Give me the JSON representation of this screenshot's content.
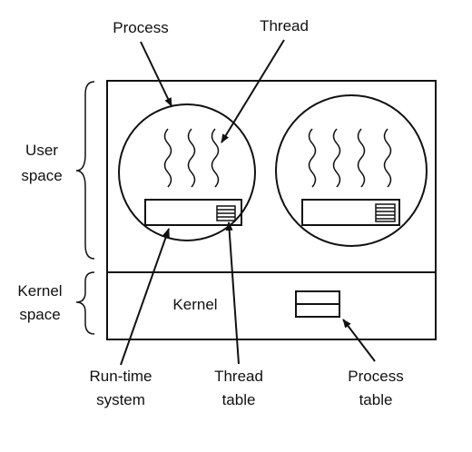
{
  "labels": {
    "process": "Process",
    "thread": "Thread",
    "user_space": [
      "User",
      "space"
    ],
    "kernel_space": [
      "Kernel",
      "space"
    ],
    "kernel": "Kernel",
    "runtime_system": [
      "Run-time",
      "system"
    ],
    "thread_table": [
      "Thread",
      "table"
    ],
    "process_table": [
      "Process",
      "table"
    ]
  }
}
